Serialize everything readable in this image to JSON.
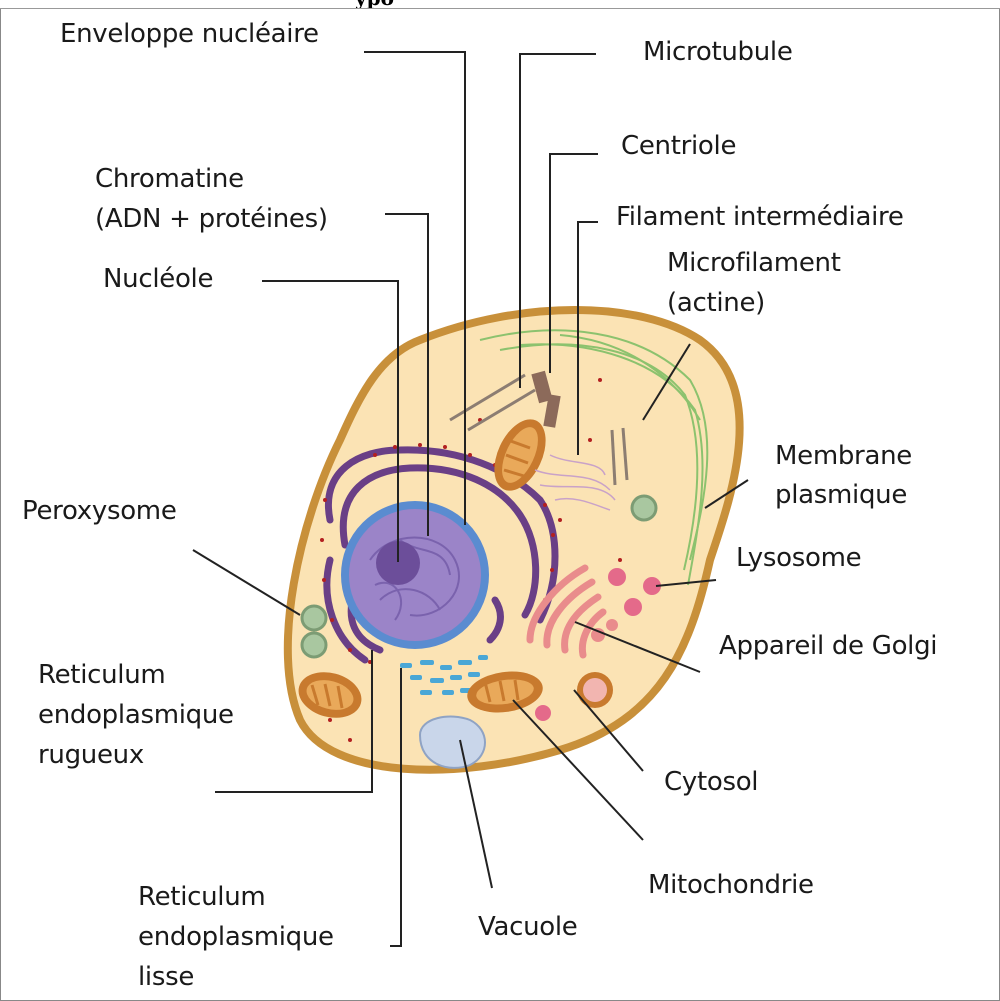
{
  "title_fragment": "ypo",
  "labels": {
    "enveloppe": "Enveloppe nucléaire",
    "microtubule": "Microtubule",
    "centriole": "Centriole",
    "chromatine_1": "Chromatine",
    "chromatine_2": "(ADN + protéines)",
    "filament": "Filament intermédiaire",
    "microfilament_1": "Microfilament",
    "microfilament_2": "(actine)",
    "nucleole": "Nucléole",
    "membrane_1": "Membrane",
    "membrane_2": "plasmique",
    "peroxysome": "Peroxysome",
    "lysosome": "Lysosome",
    "golgi": "Appareil de Golgi",
    "rer_1": "Reticulum",
    "rer_2": "endoplasmique",
    "rer_3": "rugueux",
    "cytosol": "Cytosol",
    "mitochondrie": "Mitochondrie",
    "rel_1": "Reticulum",
    "rel_2": "endoplasmique",
    "rel_3": "lisse",
    "vacuole": "Vacuole"
  },
  "colors": {
    "membrane": "#c8903a",
    "cytoplasm": "#fbe3b4",
    "nucleus_envelope": "#5a8cd0",
    "nucleus": "#9b84c8",
    "rough_er": "#6a3f86",
    "golgi": "#e98c8c",
    "mitochondria": "#c87a2e",
    "lysosome": "#e46a8a",
    "peroxysome": "#a9c7a0",
    "vacuole": "#c9d6ea",
    "smooth_er": "#4aa7d6",
    "actin": "#8cc26e",
    "leader_line": "#222222"
  }
}
